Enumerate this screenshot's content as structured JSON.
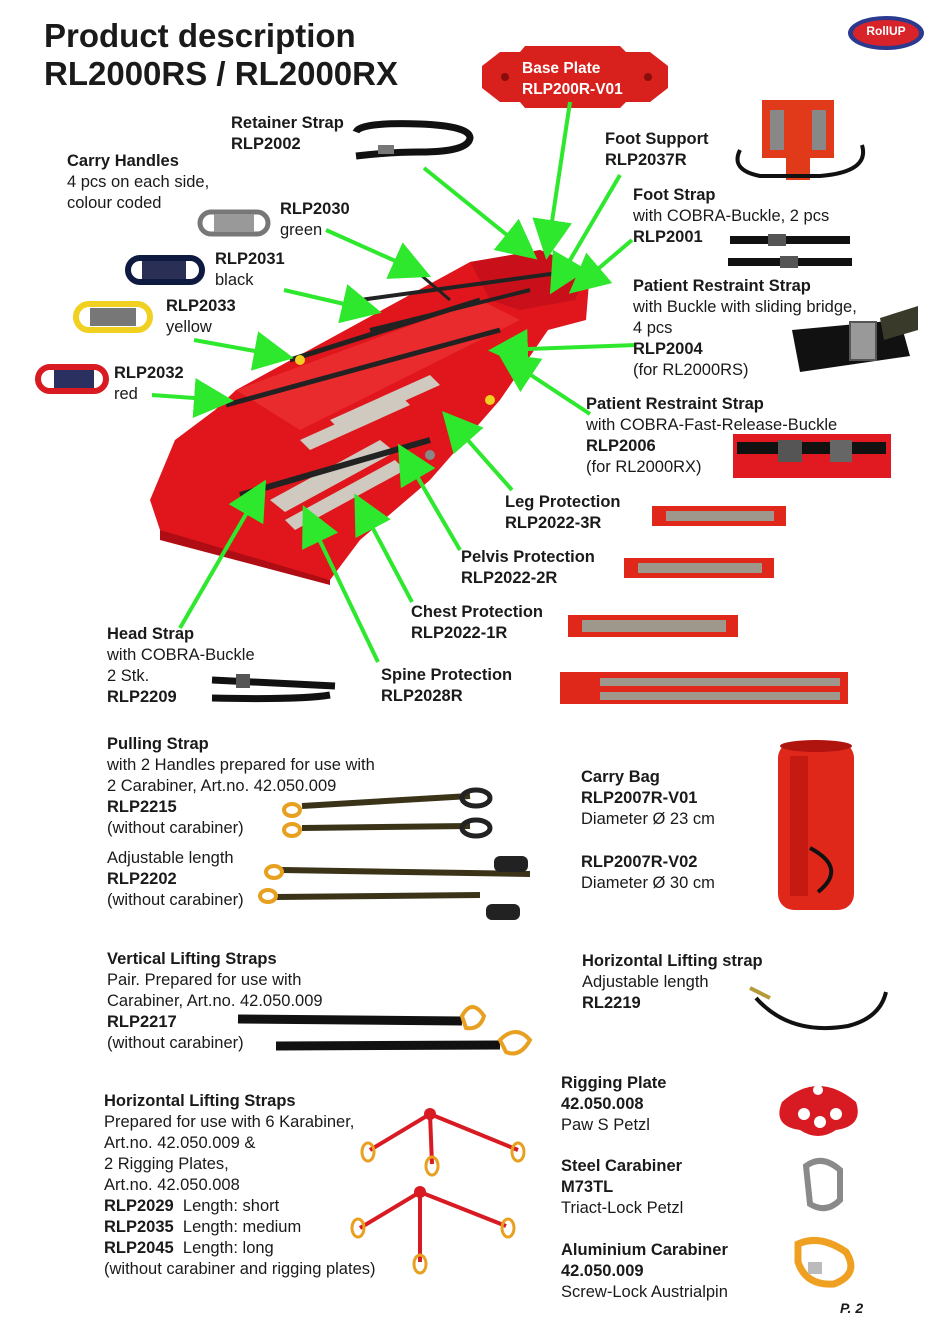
{
  "header": {
    "title_line1": "Product description",
    "title_line2": "RL2000RS /  RL2000RX",
    "logo_text": "RollUP",
    "base_plate_name": "Base Plate",
    "base_plate_code": "RLP200R-V01"
  },
  "labels": {
    "retainer": {
      "name": "Retainer Strap",
      "code": "RLP2002"
    },
    "carry_handles": {
      "name": "Carry Handles",
      "line2": "4 pcs on each side,",
      "line3": "colour coded"
    },
    "rlp2030": {
      "code": "RLP2030",
      "color": "green"
    },
    "rlp2031": {
      "code": "RLP2031",
      "color": "black"
    },
    "rlp2033": {
      "code": "RLP2033",
      "color": "yellow"
    },
    "rlp2032": {
      "code": "RLP2032",
      "color": "red"
    },
    "foot_support": {
      "name": "Foot Support",
      "code": "RLP2037R"
    },
    "foot_strap": {
      "name": "Foot Strap",
      "desc": "with COBRA-Buckle, 2 pcs",
      "code": "RLP2001"
    },
    "prs_buckle": {
      "name": "Patient Restraint Strap",
      "desc1": "with Buckle with sliding bridge,",
      "desc2": "4 pcs",
      "code": "RLP2004",
      "note": "(for RL2000RS)"
    },
    "prs_cobra": {
      "name": "Patient Restraint Strap",
      "desc": "with COBRA-Fast-Release-Buckle",
      "code": "RLP2006",
      "note": "(for RL2000RX)"
    },
    "leg": {
      "name": "Leg Protection",
      "code": "RLP2022-3R"
    },
    "pelvis": {
      "name": "Pelvis Protection",
      "code": "RLP2022-2R"
    },
    "chest": {
      "name": "Chest Protection",
      "code": "RLP2022-1R"
    },
    "head": {
      "name": "Head Strap",
      "desc1": "with COBRA-Buckle",
      "desc2": "2 Stk.",
      "code": "RLP2209"
    },
    "spine": {
      "name": "Spine Protection",
      "code": "RLP2028R"
    }
  },
  "pulling": {
    "name": "Pulling Strap",
    "desc1": "with 2 Handles prepared for use with",
    "desc2": "2 Carabiner, Art.no. 42.050.009",
    "code1": "RLP2215",
    "note1": "(without carabiner)",
    "adj": "Adjustable length",
    "code2": "RLP2202",
    "note2": "(without carabiner)"
  },
  "carry_bag": {
    "name": "Carry Bag",
    "code1": "RLP2007R-V01",
    "diam1": "Diameter Ø 23 cm",
    "code2": "RLP2007R-V02",
    "diam2": "Diameter Ø 30 cm"
  },
  "vertical": {
    "name": "Vertical Lifting Straps",
    "desc1": "Pair. Prepared for use with",
    "desc2": "Carabiner, Art.no. 42.050.009",
    "code": "RLP2217",
    "note": "(without carabiner)"
  },
  "horizontal_single": {
    "name": "Horizontal Lifting strap",
    "desc": "Adjustable length",
    "code": "RL2219"
  },
  "horizontal": {
    "name": "Horizontal Lifting Straps",
    "desc1": "Prepared for use with 6 Karabiner,",
    "desc2": "Art.no. 42.050.009 &",
    "desc3": "2 Rigging Plates,",
    "desc4": "Art.no. 42.050.008",
    "code1": "RLP2029",
    "len1": "Length: short",
    "code2": "RLP2035",
    "len2": "Length: medium",
    "code3": "RLP2045",
    "len3": "Length: long",
    "note": "(without carabiner and rigging plates)"
  },
  "rigging": {
    "name": "Rigging Plate",
    "code": "42.050.008",
    "desc": "Paw S Petzl"
  },
  "steel": {
    "name": "Steel Carabiner",
    "code": "M73TL",
    "desc": "Triact-Lock Petzl"
  },
  "alu": {
    "name": "Aluminium Carabiner",
    "code": "42.050.009",
    "desc": "Screw-Lock Austrialpin"
  },
  "page_number": "P. 2",
  "colors": {
    "accent_green": "#2ee82e",
    "stretcher_red": "#e0161c",
    "logo_blue": "#2b3a8f"
  }
}
